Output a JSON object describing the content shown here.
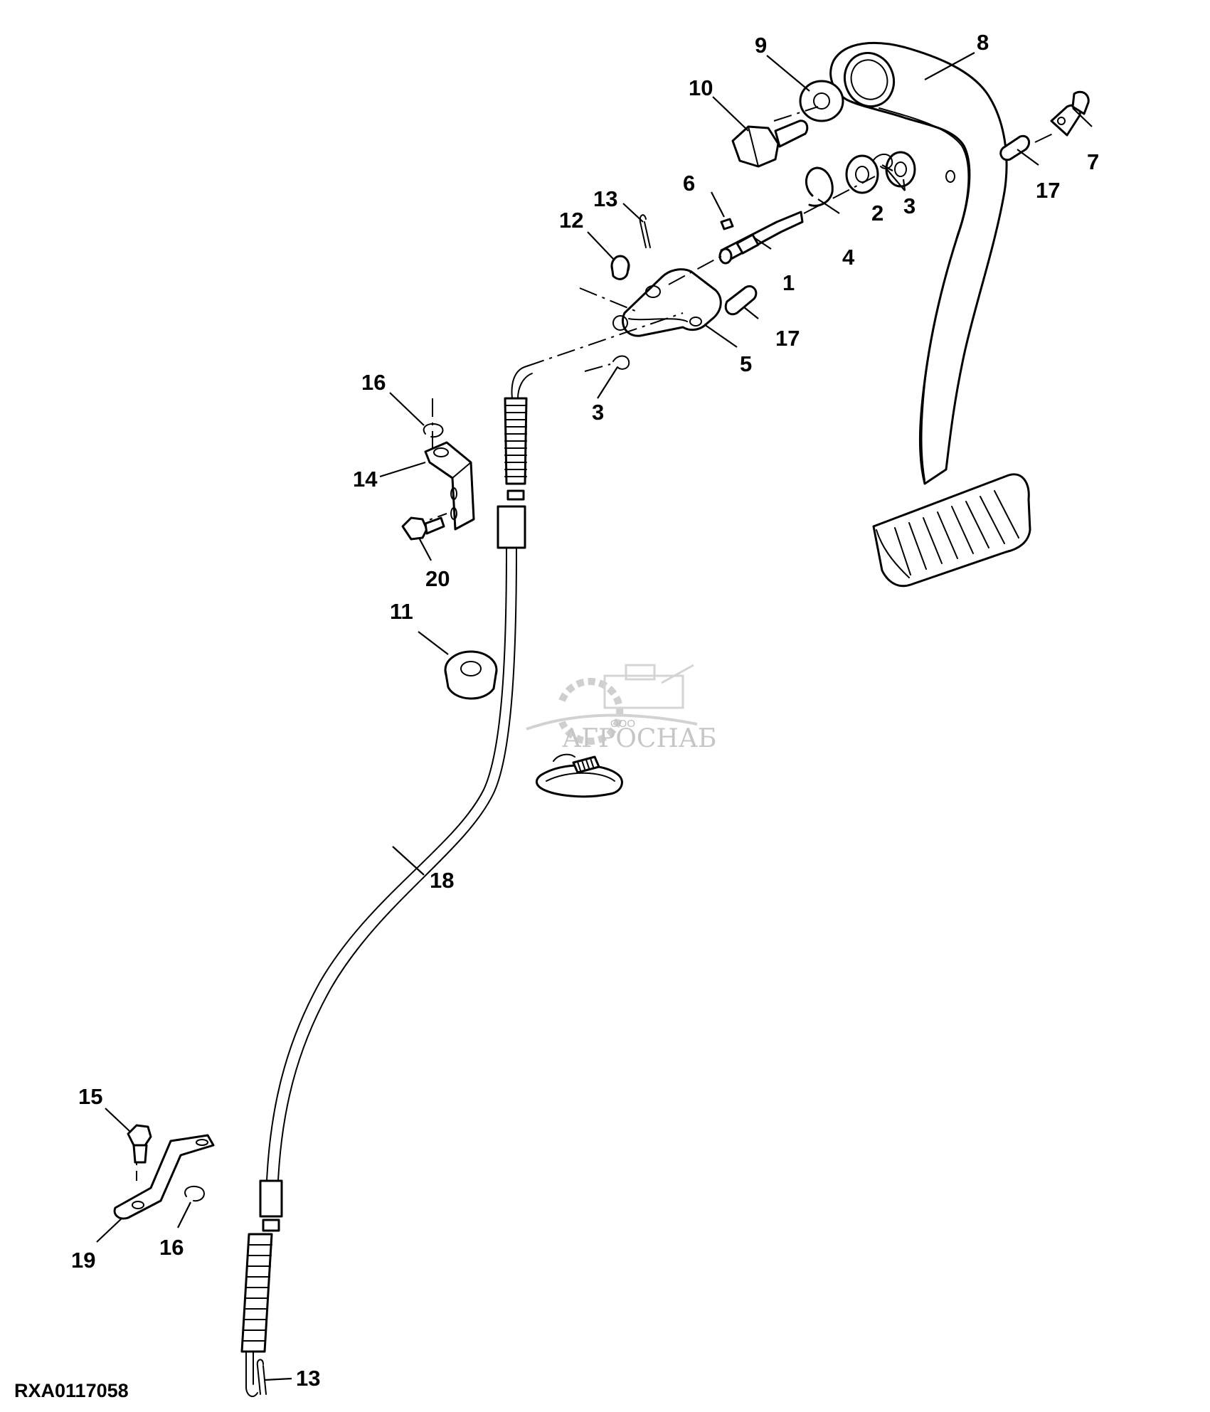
{
  "diagram": {
    "reference_code": "RXA0117058",
    "callouts": {
      "c1": "1",
      "c2": "2",
      "c3a": "3",
      "c3b": "3",
      "c4": "4",
      "c5": "5",
      "c6": "6",
      "c7": "7",
      "c8": "8",
      "c9": "9",
      "c10": "10",
      "c11": "11",
      "c12": "12",
      "c13a": "13",
      "c13b": "13",
      "c14": "14",
      "c15": "15",
      "c16a": "16",
      "c16b": "16",
      "c17a": "17",
      "c17b": "17",
      "c18": "18",
      "c19": "19",
      "c20": "20"
    },
    "watermark": {
      "prefix": "ООО",
      "brand": "АГРОСНАБ"
    },
    "colors": {
      "line": "#000000",
      "watermark": "#c6c6c6"
    }
  }
}
